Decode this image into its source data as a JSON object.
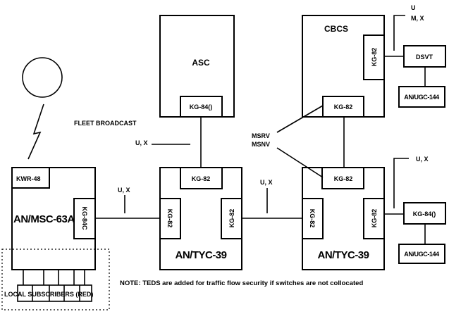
{
  "labels": {
    "fleet_broadcast": "FLEET BROADCAST",
    "msc": "AN/MSC-63A",
    "kwr48": "KWR-48",
    "kg84c": "KG-84C",
    "local_subscribers": "LOCAL SUBSCRIBERS (RED)",
    "tyc39_left": "AN/TYC-39",
    "tyc39_right": "AN/TYC-39",
    "kg82": "KG-82",
    "asc": "ASC",
    "kg84_asc": "KG-84()",
    "cbcs": "CBCS",
    "dsvt": "DSVT",
    "ugc144_top": "AN/UGC-144",
    "ugc144_bottom": "AN/UGC-144",
    "kg84_right": "KG-84()",
    "ux_asc": "U, X",
    "ux_msc_link": "U, X",
    "ux_tyc_link": "U, X",
    "ux_right": "U, X",
    "u_top": "U",
    "mx_top": "M, X",
    "msrv": "MSRV",
    "msnv": "MSNV",
    "note": "NOTE: TEDS are added for traffic flow security if switches are not collocated"
  }
}
